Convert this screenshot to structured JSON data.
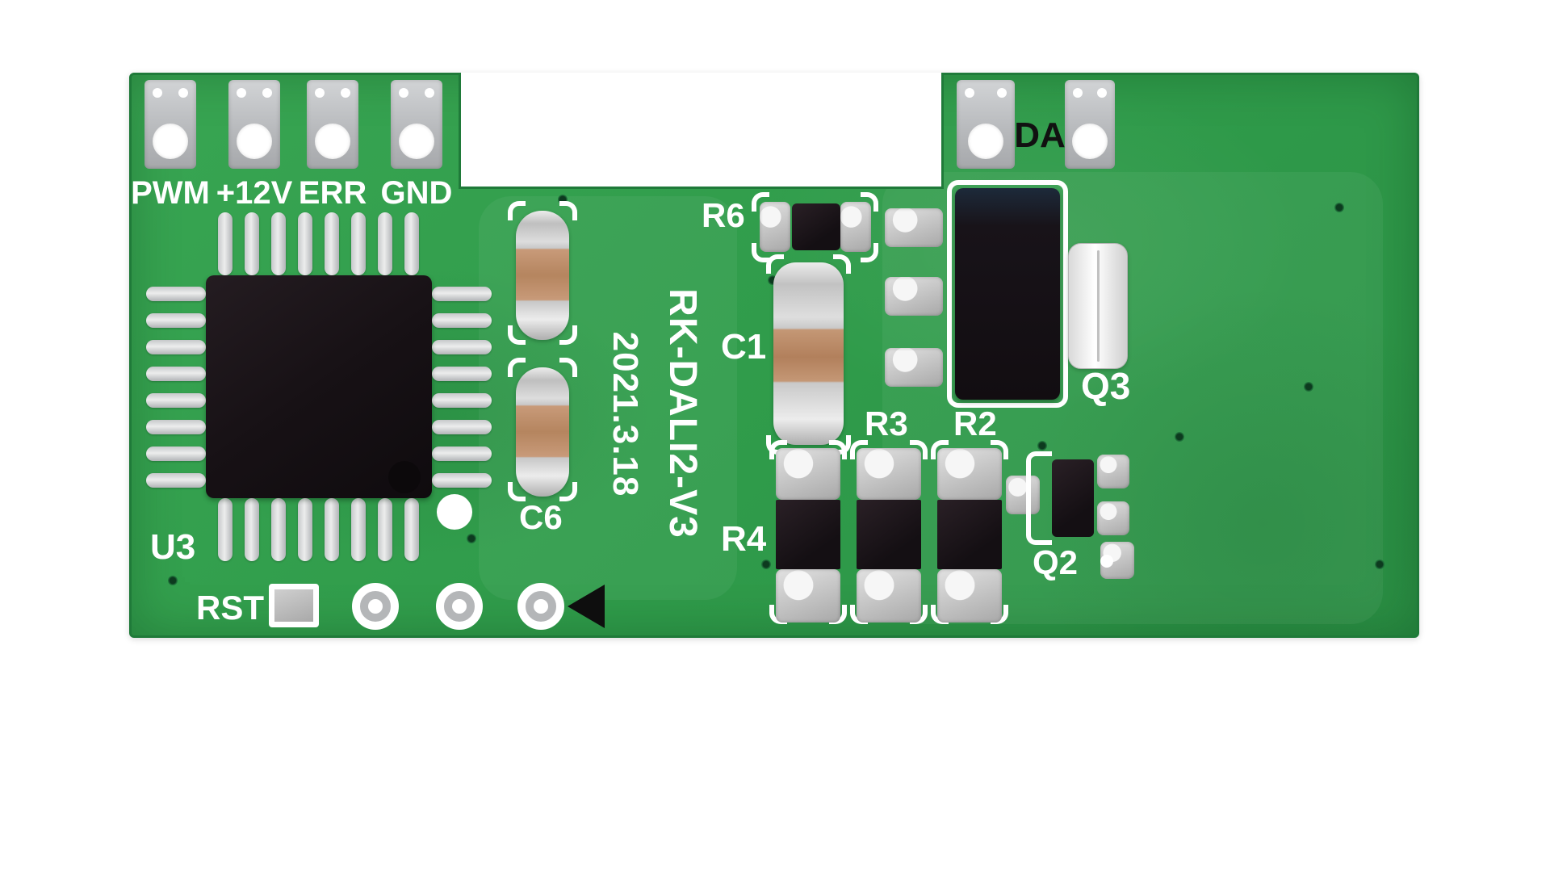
{
  "board": {
    "model_marking": "RK-DALI2-V3",
    "date_marking": "2021.3.18"
  },
  "connector_left": {
    "pins": [
      {
        "label": "PWM"
      },
      {
        "label": "+12V"
      },
      {
        "label": "ERR"
      },
      {
        "label": "GND"
      }
    ]
  },
  "connector_right": {
    "label": "DA"
  },
  "designators": {
    "u3": "U3",
    "c6": "C6",
    "r6": "R6",
    "c1": "C1",
    "q3": "Q3",
    "r3": "R3",
    "r2": "R2",
    "r4": "R4",
    "q2": "Q2",
    "rst": "RST"
  },
  "colors": {
    "background": "#ffffff",
    "board_green": "#2f9b4a",
    "board_edge": "#1f7a39",
    "silkscreen_white": "#ffffff",
    "pad_silver": "#c9c9c9",
    "ic_black": "#171115",
    "capacitor_tan": "#bf8f6e"
  }
}
